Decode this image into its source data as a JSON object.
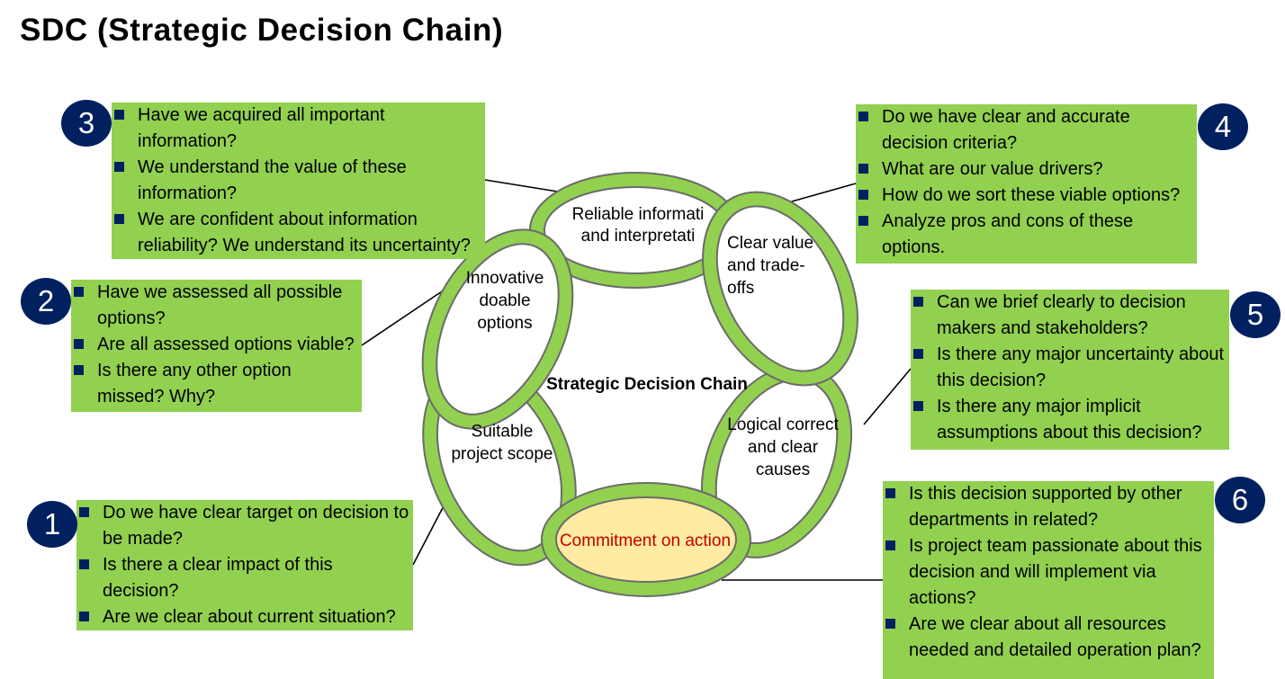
{
  "title": "SDC (Strategic Decision Chain)",
  "colors": {
    "box_fill": "#92d050",
    "ring_fill": "#92d050",
    "ring_outline": "#6b6b6b",
    "badge_fill": "#002060",
    "bullet": "#002060",
    "commitment_fill": "#ffeba1",
    "commitment_text": "#c00000"
  },
  "chain": {
    "center_label": "Strategic Decision Chain",
    "links": [
      {
        "id": 1,
        "lines": [
          "Suitable",
          "project scope"
        ]
      },
      {
        "id": 2,
        "lines": [
          "Innovative",
          "doable",
          "options"
        ]
      },
      {
        "id": 3,
        "lines": [
          "Reliable informati",
          "and interpretati"
        ]
      },
      {
        "id": 4,
        "lines": [
          "Clear value",
          "and trade-",
          "offs"
        ]
      },
      {
        "id": 5,
        "lines": [
          "Logical correct",
          "and clear",
          "causes"
        ]
      },
      {
        "id": 6,
        "lines": [
          "Commitment on action"
        ]
      }
    ]
  },
  "boxes": [
    {
      "number": "1",
      "items": [
        "Do we have clear target on decision to be made?",
        "Is there a clear impact of this decision?",
        "Are we clear about current situation?"
      ]
    },
    {
      "number": "2",
      "items": [
        "Have we assessed all possible options?",
        "Are all assessed options viable?",
        "Is there any other option missed? Why?"
      ]
    },
    {
      "number": "3",
      "items": [
        "Have we acquired all important information?",
        "We understand the value of these information?",
        "We are confident about information reliability? We understand its uncertainty?"
      ]
    },
    {
      "number": "4",
      "items": [
        "Do we have clear and accurate decision criteria?",
        "What are our value drivers?",
        "How do we sort these viable options?",
        "Analyze pros and cons of these options."
      ]
    },
    {
      "number": "5",
      "items": [
        "Can we brief clearly to decision makers and stakeholders?",
        "Is there any major uncertainty about this decision?",
        "Is there any major implicit assumptions about this decision?"
      ]
    },
    {
      "number": "6",
      "items": [
        "Is this decision supported by other departments in related?",
        "Is project team passionate about this decision and will implement via actions?",
        "Are we clear about all resources needed and detailed operation plan?"
      ]
    }
  ]
}
